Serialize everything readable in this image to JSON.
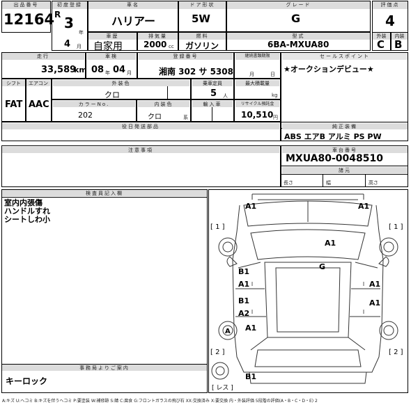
{
  "header_labels": {
    "lot": "出品番号",
    "first_reg": "初度登録",
    "car_name": "車名",
    "door": "ドア形状",
    "grade": "グレード",
    "score": "評価点",
    "model_year": "車歴",
    "displacement": "排気量",
    "fuel": "燃料",
    "model_code": "型式",
    "exterior_grade": "外装",
    "interior_grade": "内装",
    "mileage": "走行",
    "inspection": "車検",
    "registration": "登録番号",
    "recycle_deadline": "継続書類期限",
    "sales_point": "セールスポイント",
    "shift": "シフト",
    "aircon": "エアコン",
    "exterior_color": "外装色",
    "capacity": "乗車定員",
    "max_load": "最大積載量",
    "color_no": "カラーNo.",
    "interior_color": "内装色",
    "import": "輸入車",
    "recycle_fee": "リサイクル預託金",
    "delivery_parts": "役日発送部品",
    "equipment": "純正装備",
    "notes": "注意事項",
    "chassis_no": "車台番号",
    "dimensions": "諸元",
    "inspector": "検査員記入欄",
    "office": "事務局よりご案内"
  },
  "vehicle": {
    "lot_number": "12164",
    "era": "R",
    "year": "3",
    "year_unit": "年",
    "month": "4",
    "month_unit": "月",
    "name": "ハリアー",
    "door": "5W",
    "grade": "G",
    "score": "4",
    "usage": "自家用",
    "displacement": "2000",
    "displacement_unit": "cc",
    "fuel": "ガソリン",
    "model_code": "6BA-MXUA80",
    "exterior_grade": "C",
    "interior_grade": "B",
    "mileage": "33,589",
    "mileage_unit": "km",
    "inspection_year": "08",
    "inspection_year_unit": "年",
    "inspection_month": "04",
    "inspection_month_unit": "月",
    "plate": "湘南 302 サ 5308",
    "deadline_month": "月",
    "deadline_day": "日",
    "shift": "FAT",
    "aircon": "AAC",
    "exterior_color": "クロ",
    "capacity": "5",
    "capacity_unit": "人",
    "max_load_unit": "kg",
    "color_no": "202",
    "interior_color": "クロ",
    "interior_color_unit": "系",
    "recycle_fee": "10,510",
    "recycle_unit": "円",
    "chassis_no": "MXUA80-0048510",
    "dim_length": "長さ",
    "dim_width": "幅",
    "dim_height": "高さ"
  },
  "sales_point": "★オークションデビュー★",
  "equipment": "ABS エアB アルミ PS PW",
  "inspector_notes": [
    "室内内張傷",
    "ハンドルすれ",
    "シートしわ小"
  ],
  "office_notes": "キーロック",
  "legend": "A:キズ U:ヘコミ B:キズを伴うヘコミ P:要塗装 W:補修跡 S:錆 C:腐食 G:フロントガラスの飛び石 XX:交換済み X:要交換 内・外装評価 5段階の評価(A・B・C・D・E) 2",
  "damage_marks": [
    {
      "label": "A1",
      "area": "hood-left"
    },
    {
      "label": "A1",
      "area": "hood-right"
    },
    {
      "label": "[ 1 ]",
      "area": "front-left-bracket"
    },
    {
      "label": "[ 1 ]",
      "area": "front-right-bracket"
    },
    {
      "label": "A1",
      "area": "roof"
    },
    {
      "label": "G",
      "area": "windshield"
    },
    {
      "label": "B1",
      "area": "front-door-left"
    },
    {
      "label": "A1",
      "area": "front-door-left"
    },
    {
      "label": "A1",
      "area": "front-door-right"
    },
    {
      "label": "B1",
      "area": "rear-door-left"
    },
    {
      "label": "A2",
      "area": "rear-door-left"
    },
    {
      "label": "A1",
      "area": "rear-door-right"
    },
    {
      "label": "A",
      "area": "rear-wheel-left"
    },
    {
      "label": "A1",
      "area": "rear-fender-left"
    },
    {
      "label": "[ 2 ]",
      "area": "rear-left-bracket"
    },
    {
      "label": "[ 2 ]",
      "area": "rear-right-bracket"
    },
    {
      "label": "B1",
      "area": "rear-bumper"
    },
    {
      "label": "[ レス ]",
      "area": "spare-tire"
    }
  ]
}
